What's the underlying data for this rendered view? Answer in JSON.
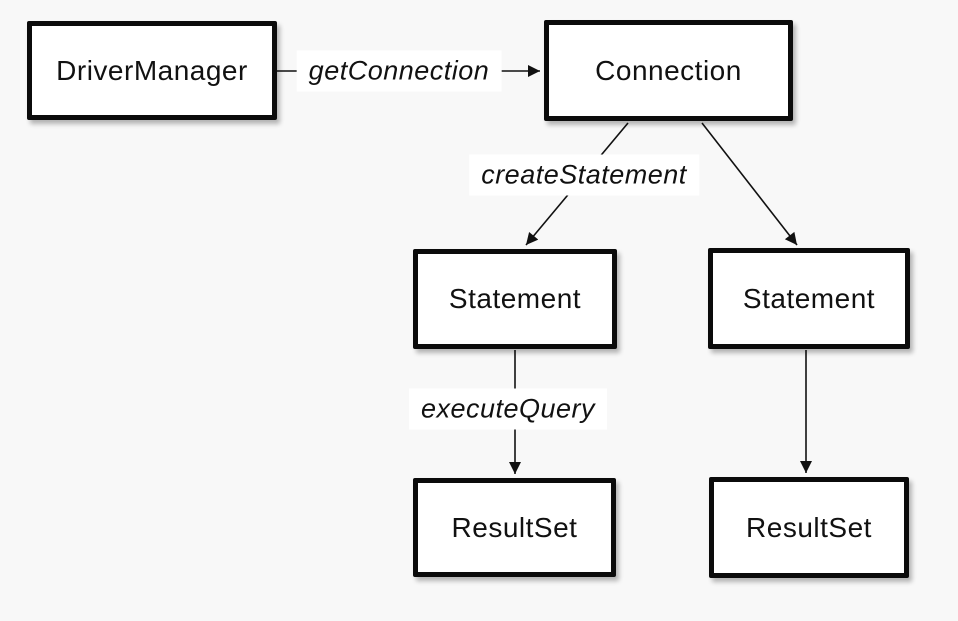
{
  "colors": {
    "background": "#f8f8f8",
    "box_fill": "#ffffff",
    "box_border": "#0b0b0b",
    "line": "#111111",
    "label_background": "#ffffff",
    "text": "#111111"
  },
  "diagram": {
    "nodes": [
      {
        "id": "driver-manager",
        "label": "DriverManager"
      },
      {
        "id": "connection",
        "label": "Connection"
      },
      {
        "id": "statement-left",
        "label": "Statement"
      },
      {
        "id": "statement-right",
        "label": "Statement"
      },
      {
        "id": "resultset-left",
        "label": "ResultSet"
      },
      {
        "id": "resultset-right",
        "label": "ResultSet"
      }
    ],
    "edges": [
      {
        "from": "driver-manager",
        "to": "connection",
        "label": "getConnection"
      },
      {
        "from": "connection",
        "to": "statement-left",
        "label": "createStatement"
      },
      {
        "from": "connection",
        "to": "statement-right",
        "label": ""
      },
      {
        "from": "statement-left",
        "to": "resultset-left",
        "label": "executeQuery"
      },
      {
        "from": "statement-right",
        "to": "resultset-right",
        "label": ""
      }
    ]
  }
}
